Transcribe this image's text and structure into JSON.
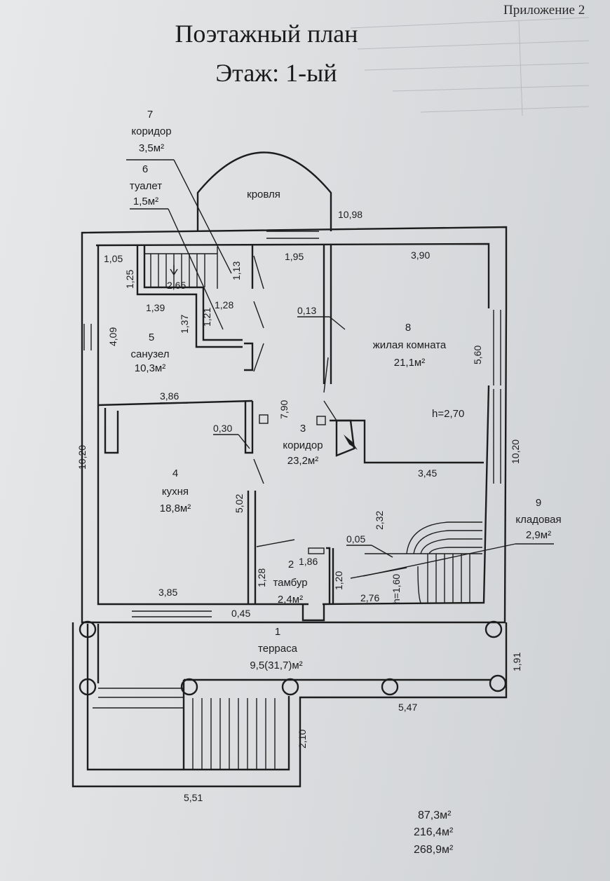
{
  "header": {
    "appendix": "Приложение 2",
    "title_line1": "Поэтажный  план",
    "title_line2": "Этаж: 1-ый"
  },
  "rooms": [
    {
      "num": "1",
      "name": "терраса",
      "area": "9,5(31,7)м²"
    },
    {
      "num": "2",
      "name": "тамбур",
      "area": "2,4м²"
    },
    {
      "num": "3",
      "name": "коридор",
      "area": "23,2м²"
    },
    {
      "num": "4",
      "name": "кухня",
      "area": "18,8м²"
    },
    {
      "num": "5",
      "name": "санузел",
      "area": "10,3м²"
    },
    {
      "num": "6",
      "name": "туалет",
      "area": "1,5м²"
    },
    {
      "num": "7",
      "name": "коридор",
      "area": "3,5м²"
    },
    {
      "num": "8",
      "name": "жилая комната",
      "area": "21,1м²"
    },
    {
      "num": "9",
      "name": "кладовая",
      "area": "2,9м²"
    }
  ],
  "roof_label": "кровля",
  "height_label": "h=2,70",
  "stair_height_label": "h=1,60",
  "dimensions": {
    "overall_width": "10,98",
    "overall_height_left": "10,20",
    "overall_height_right": "10,20",
    "d_1_95": "1,95",
    "d_3_90": "3,90",
    "d_1_05": "1,05",
    "d_1_25": "1,25",
    "d_2_65": "2,65",
    "d_1_13": "1,13",
    "d_1_39": "1,39",
    "d_1_28_top": "1,28",
    "d_1_37": "1,37",
    "d_1_21": "1,21",
    "d_0_13": "0,13",
    "d_4_09": "4,09",
    "d_5_60": "5,60",
    "d_3_86": "3,86",
    "d_7_90": "7,90",
    "d_0_30": "0,30",
    "d_3_45": "3,45",
    "d_5_02": "5,02",
    "d_2_32": "2,32",
    "d_0_05": "0,05",
    "d_1_86": "1,86",
    "d_1_28_bottom": "1,28",
    "d_1_20": "1,20",
    "d_2_76": "2,76",
    "d_3_85": "3,85",
    "d_0_45": "0,45",
    "d_1_91": "1,91",
    "d_5_47": "5,47",
    "d_2_10": "2,10",
    "d_5_51": "5,51"
  },
  "totals": [
    "87,3м²",
    "216,4м²",
    "268,9м²"
  ]
}
